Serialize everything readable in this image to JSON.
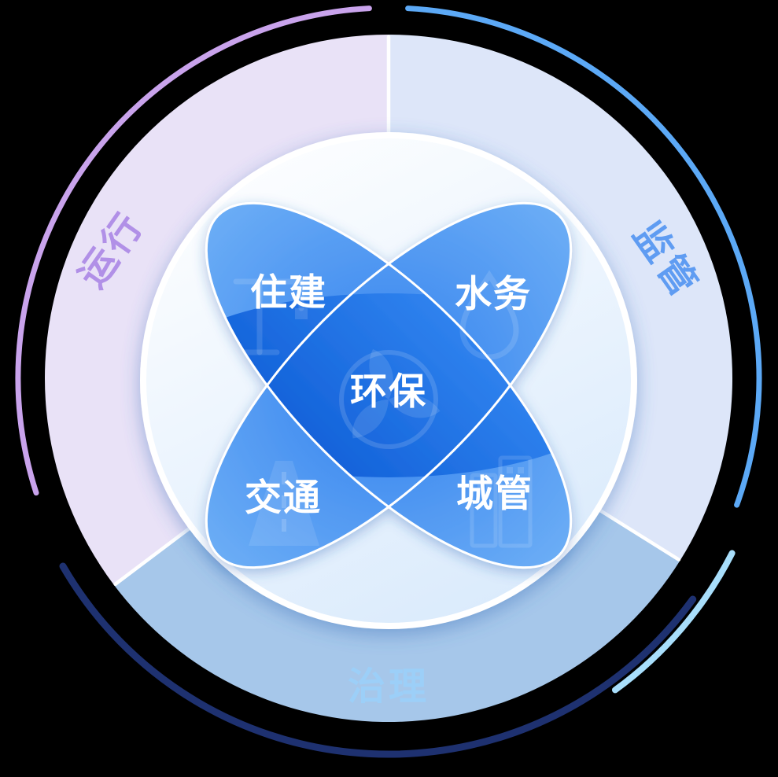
{
  "background_color": "#000000",
  "outer_ring": {
    "sectors": [
      {
        "label": "运行",
        "fill": "#e9e2f7",
        "label_color": "#b190e7"
      },
      {
        "label": "监管",
        "fill": "#dde6f9",
        "label_color": "#5f9cf2"
      },
      {
        "label": "治理",
        "fill": "#a6c7ea",
        "label_color": "#9ccff8"
      }
    ],
    "divider_color": "#ffffff"
  },
  "decor_arcs": [
    {
      "name": "purple-arc",
      "color": "#c9a3ec"
    },
    {
      "name": "blue-arc",
      "color": "#5ca9f6"
    },
    {
      "name": "navy-arc",
      "color": "#1e3170"
    },
    {
      "name": "cyan-arc",
      "color": "#a8defb"
    }
  ],
  "inner_circle": {
    "gradient": [
      "#fdfeff",
      "#d9eafc"
    ],
    "ring_color": "#ffffff"
  },
  "flower": {
    "petals": [
      {
        "label": "住建",
        "icon": "crane-icon"
      },
      {
        "label": "水务",
        "icon": "water-drop-icon"
      },
      {
        "label": "交通",
        "icon": "road-icon"
      },
      {
        "label": "城管",
        "icon": "buildings-icon"
      }
    ],
    "center": {
      "label": "环保",
      "icon": "leaf-badge-icon"
    },
    "label_color": "#ffffff",
    "petal_gradient": [
      "#3b87ef",
      "#6fb0f6"
    ],
    "center_gradient": [
      "#2f82ee",
      "#1463da"
    ],
    "outline_color": "#ffffff"
  }
}
